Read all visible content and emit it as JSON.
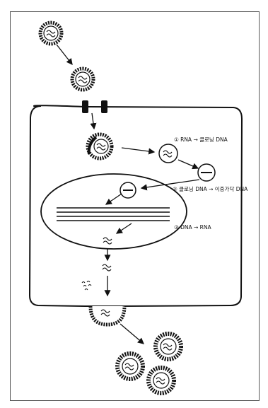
{
  "annotations": {
    "step1": "① RNA → 클로닝 DNA",
    "step2": "② 클로닝 DNA → 이중가닥 DNA",
    "step3": "③ DNA → RNA"
  },
  "colors": {
    "ink": "#111111",
    "frame": "#555555",
    "background": "#ffffff"
  },
  "icons": {
    "virus": "virus-particle-icon",
    "receptor": "membrane-receptor-icon"
  }
}
